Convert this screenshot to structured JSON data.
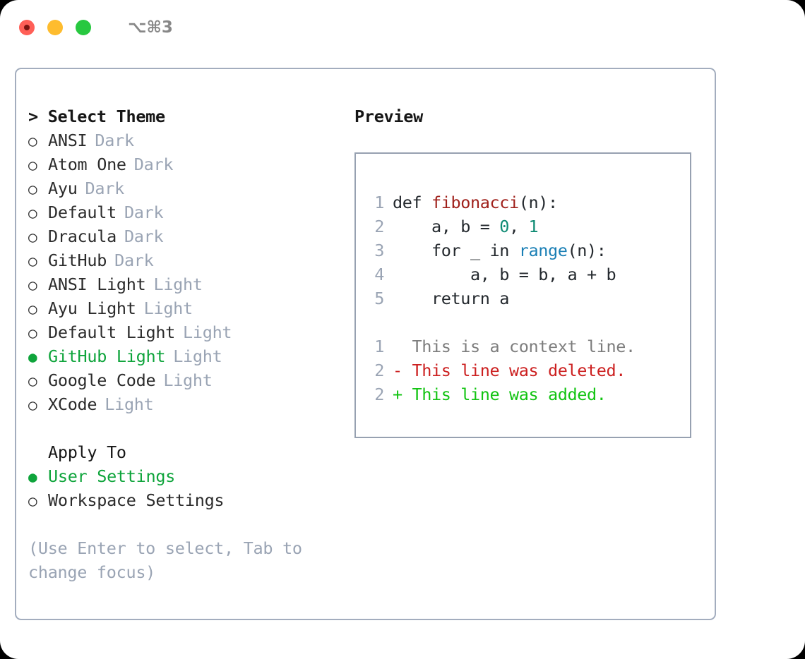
{
  "titlebar": {
    "shortcut": "⌥⌘3",
    "lights": [
      {
        "name": "close",
        "color": "#ff5f57"
      },
      {
        "name": "minimize",
        "color": "#febc2e"
      },
      {
        "name": "maximize",
        "color": "#28c840"
      }
    ]
  },
  "left": {
    "title": "> Select Theme",
    "themes": [
      {
        "bullet": "○",
        "label": "ANSI",
        "tag": "Dark",
        "selected": false
      },
      {
        "bullet": "○",
        "label": "Atom One",
        "tag": "Dark",
        "selected": false
      },
      {
        "bullet": "○",
        "label": "Ayu",
        "tag": "Dark",
        "selected": false
      },
      {
        "bullet": "○",
        "label": "Default",
        "tag": "Dark",
        "selected": false
      },
      {
        "bullet": "○",
        "label": "Dracula",
        "tag": "Dark",
        "selected": false
      },
      {
        "bullet": "○",
        "label": "GitHub",
        "tag": "Dark",
        "selected": false
      },
      {
        "bullet": "○",
        "label": "ANSI Light",
        "tag": "Light",
        "selected": false
      },
      {
        "bullet": "○",
        "label": "Ayu Light",
        "tag": "Light",
        "selected": false
      },
      {
        "bullet": "○",
        "label": "Default Light",
        "tag": "Light",
        "selected": false
      },
      {
        "bullet": "●",
        "label": "GitHub Light",
        "tag": "Light",
        "selected": true
      },
      {
        "bullet": "○",
        "label": "Google Code",
        "tag": "Light",
        "selected": false
      },
      {
        "bullet": "○",
        "label": "XCode",
        "tag": "Light",
        "selected": false
      }
    ],
    "apply_to_title": "Apply To",
    "apply_to": [
      {
        "bullet": "●",
        "label": "User Settings",
        "tag": "",
        "selected": true
      },
      {
        "bullet": "○",
        "label": "Workspace Settings",
        "tag": "",
        "selected": false
      }
    ],
    "hint": "(Use Enter to select, Tab to change focus)"
  },
  "right": {
    "title": "Preview",
    "code_lines": [
      {
        "num": "1",
        "tokens": [
          {
            "t": "def ",
            "c": "plain"
          },
          {
            "t": "fibonacci",
            "c": "fn"
          },
          {
            "t": "(n):",
            "c": "plain"
          }
        ]
      },
      {
        "num": "2",
        "tokens": [
          {
            "t": "    a, b = ",
            "c": "plain"
          },
          {
            "t": "0",
            "c": "num"
          },
          {
            "t": ", ",
            "c": "plain"
          },
          {
            "t": "1",
            "c": "num"
          }
        ]
      },
      {
        "num": "3",
        "tokens": [
          {
            "t": "    for _ in ",
            "c": "plain"
          },
          {
            "t": "range",
            "c": "call"
          },
          {
            "t": "(n):",
            "c": "plain"
          }
        ]
      },
      {
        "num": "4",
        "tokens": [
          {
            "t": "        a, b = b, a + b",
            "c": "plain"
          }
        ]
      },
      {
        "num": "5",
        "tokens": [
          {
            "t": "    return a",
            "c": "plain"
          }
        ]
      },
      {
        "num": "",
        "tokens": []
      },
      {
        "num": "1",
        "tokens": [
          {
            "t": "  This is a context line.",
            "c": "ctx"
          }
        ]
      },
      {
        "num": "2",
        "tokens": [
          {
            "t": "- This line was deleted.",
            "c": "del"
          }
        ]
      },
      {
        "num": "2",
        "tokens": [
          {
            "t": "+ This line was added.",
            "c": "add"
          }
        ]
      }
    ]
  },
  "colors": {
    "accent_green": "#0ea43b",
    "muted": "#9aa4b4",
    "border": "#a3adbe",
    "code_function": "#a0211c",
    "code_number": "#0f8b74",
    "code_call": "#1a7fb5",
    "diff_deleted": "#cc2020",
    "diff_added": "#12c412"
  }
}
